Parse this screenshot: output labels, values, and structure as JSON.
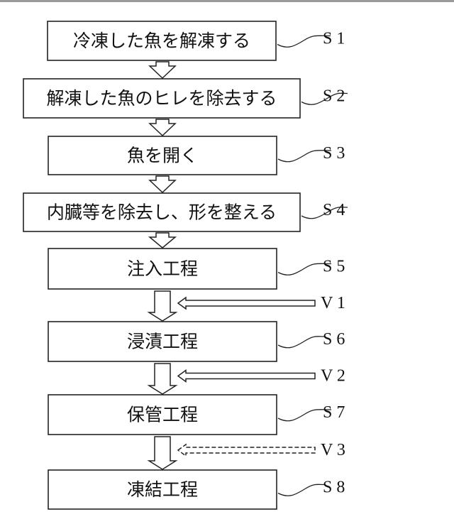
{
  "steps": [
    {
      "id": "S1",
      "text": "冷凍した魚を解凍する"
    },
    {
      "id": "S2",
      "text": "解凍した魚のヒレを除去する"
    },
    {
      "id": "S3",
      "text": "魚を開く"
    },
    {
      "id": "S4",
      "text": "内臓等を除去し、形を整える"
    },
    {
      "id": "S5",
      "text": "注入工程"
    },
    {
      "id": "S6",
      "text": "浸漬工程"
    },
    {
      "id": "S7",
      "text": "保管工程"
    },
    {
      "id": "S8",
      "text": "凍結工程"
    }
  ],
  "inputs": [
    {
      "id": "V1",
      "style": "solid"
    },
    {
      "id": "V2",
      "style": "solid"
    },
    {
      "id": "V3",
      "style": "dashed"
    }
  ],
  "colors": {
    "line": "#222222",
    "background": "#ffffff"
  }
}
